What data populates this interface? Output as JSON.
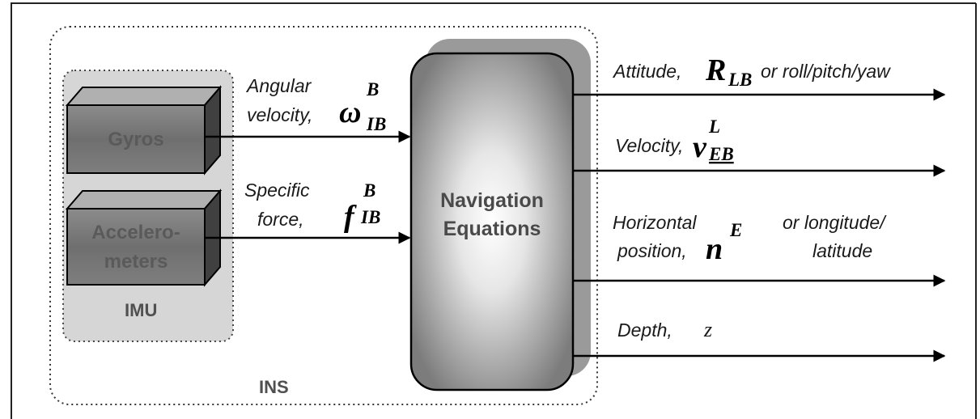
{
  "blocks": {
    "gyros": "Gyros",
    "accelerometers_line1": "Accelero-",
    "accelerometers_line2": "meters",
    "imu": "IMU",
    "ins": "INS",
    "nav_line1": "Navigation",
    "nav_line2": "Equations"
  },
  "inputs": {
    "angular_line1": "Angular",
    "angular_line2": "velocity,",
    "angular_symbol": "ω",
    "angular_sup": "B",
    "angular_sub": "IB",
    "force_line1": "Specific",
    "force_line2": "force,",
    "force_symbol": "f",
    "force_sup": "B",
    "force_sub": "IB"
  },
  "outputs": {
    "attitude_prefix": "Attitude,",
    "attitude_symbol": "R",
    "attitude_sub": "LB",
    "attitude_suffix": "or roll/pitch/yaw",
    "velocity_prefix": "Velocity,",
    "velocity_symbol": "v",
    "velocity_sup": "L",
    "velocity_sub": "EB",
    "horizontal_line1": "Horizontal",
    "horizontal_line2": "position,",
    "horizontal_symbol": "n",
    "horizontal_sup": "E",
    "horizontal_suffix1": "or longitude/",
    "horizontal_suffix2": "latitude",
    "depth_prefix": "Depth,",
    "depth_symbol": "z"
  }
}
